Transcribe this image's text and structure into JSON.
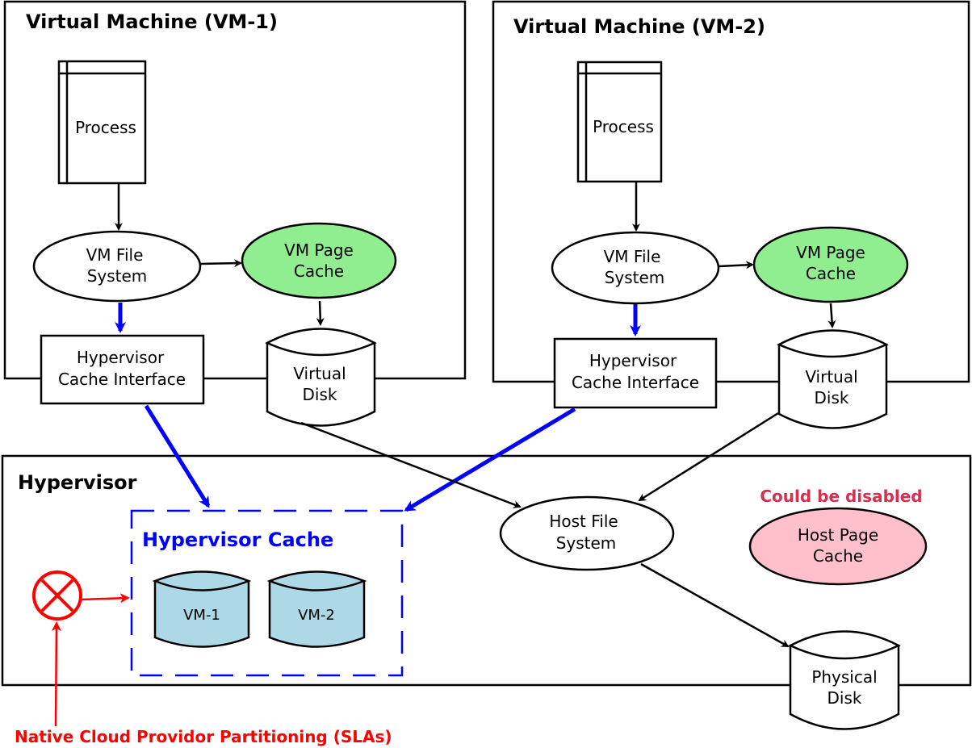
{
  "vm1": {
    "title": "Virtual Machine (VM-1)",
    "process": "Process",
    "vm_fs": [
      "VM File",
      "System"
    ],
    "page_cache": [
      "VM Page",
      "Cache"
    ],
    "hci": [
      "Hypervisor",
      "Cache Interface"
    ],
    "vdisk": [
      "Virtual",
      "Disk"
    ]
  },
  "vm2": {
    "title": "Virtual Machine (VM-2)",
    "process": "Process",
    "vm_fs": [
      "VM File",
      "System"
    ],
    "page_cache": [
      "VM Page",
      "Cache"
    ],
    "hci": [
      "Hypervisor",
      "Cache Interface"
    ],
    "vdisk": [
      "Virtual",
      "Disk"
    ]
  },
  "hypervisor": {
    "title": "Hypervisor",
    "cache_title": "Hypervisor Cache",
    "cache_slots": [
      "VM-1",
      "VM-2"
    ],
    "host_fs": [
      "Host File",
      "System"
    ],
    "host_page_cache": [
      "Host Page",
      "Cache"
    ],
    "disabled_note": "Could be disabled",
    "physical_disk": [
      "Physical",
      "Disk"
    ]
  },
  "partitioning_label": "Native Cloud Providor Partitioning (SLAs)",
  "colors": {
    "page_cache": "#90ee90",
    "host_page_cache": "#ffc0cb",
    "cache_slot": "#add8e6",
    "cache_path": "#0000ff",
    "partitioning": "#ff0000",
    "disabled_note": "#d63050"
  }
}
